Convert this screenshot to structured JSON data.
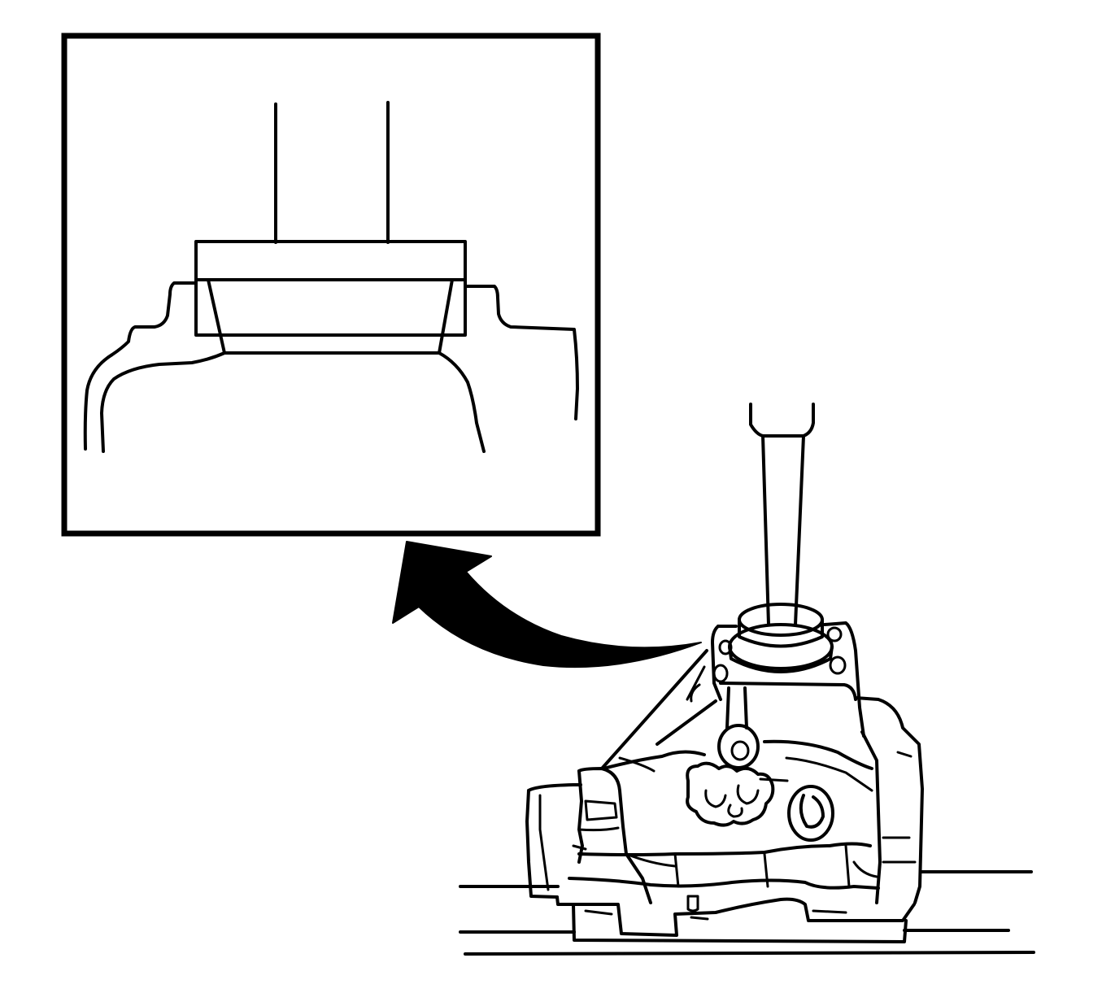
{
  "figure": {
    "background_color": "#ffffff",
    "line_color": "#000000",
    "detail_view": {
      "icon": "magnified-detail-inset"
    },
    "callout_arrow": {
      "icon": "curved-arrow-icon"
    },
    "assembly": {
      "icon": "transaxle-housing-illustration",
      "tool": "seal-installer-tool"
    }
  }
}
